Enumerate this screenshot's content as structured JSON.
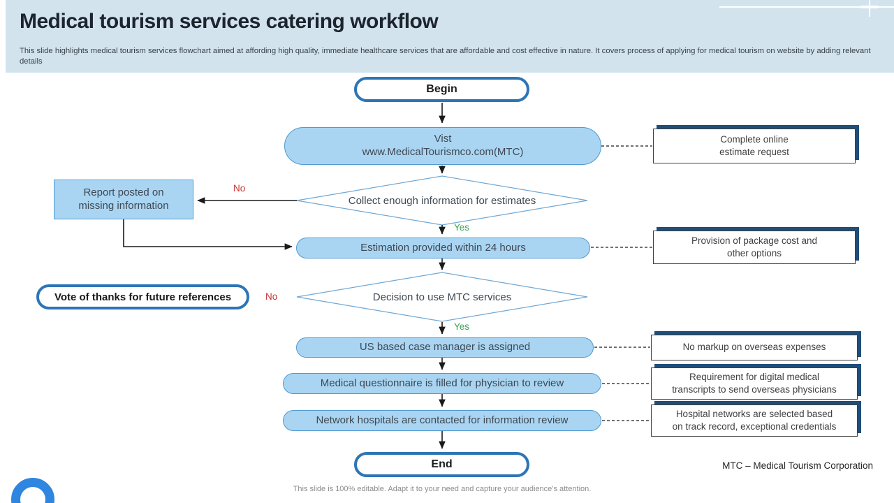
{
  "header": {
    "title": "Medical tourism services catering workflow",
    "subtitle": "This slide highlights medical tourism services flowchart aimed at affording high quality, immediate healthcare services that are affordable and cost effective in nature. It covers process of applying for medical tourism on website by adding relevant details"
  },
  "flow": {
    "begin": "Begin",
    "visit": {
      "line1": "Vist",
      "line2": "www.MedicalTourismco.com(MTC)"
    },
    "decision1": "Collect enough information for estimates",
    "report": {
      "line1": "Report posted on",
      "line2": "missing information"
    },
    "estimation": "Estimation provided within 24 hours",
    "decision2": "Decision to use MTC services",
    "vote": "Vote of thanks for future references",
    "us_case": "US based case manager is assigned",
    "questionnaire": "Medical questionnaire is filled for physician to review",
    "network": "Network hospitals are contacted for information review",
    "end": "End",
    "labels": {
      "no1": "No",
      "yes1": "Yes",
      "no2": "No",
      "yes2": "Yes"
    }
  },
  "side_notes": [
    {
      "line1": "Complete online",
      "line2": "estimate request"
    },
    {
      "line1": "Provision of package cost and",
      "line2": "other options"
    },
    {
      "line1": "No markup on overseas expenses",
      "line2": ""
    },
    {
      "line1": "Requirement for digital medical",
      "line2": "transcripts to send overseas physicians"
    },
    {
      "line1": "Hospital networks are selected based",
      "line2": "on track record, exceptional credentials"
    }
  ],
  "footer": {
    "abbreviation_note": "MTC – Medical  Tourism Corporation",
    "editable_note": "This slide is 100% editable. Adapt it to your need and capture your audience’s attention."
  },
  "colors": {
    "header_bg": "#d2e3ed",
    "node_fill": "#a9d5f2",
    "node_border": "#4f9ad2",
    "terminal_border": "#2e75b6",
    "side_note_accent": "#1f4e79",
    "diamond_border": "#6fa8d6",
    "yes_green": "#3aa454",
    "no_red": "#cc3232",
    "logo_blue": "#2e86e0",
    "connector": "#1a1a1a"
  }
}
